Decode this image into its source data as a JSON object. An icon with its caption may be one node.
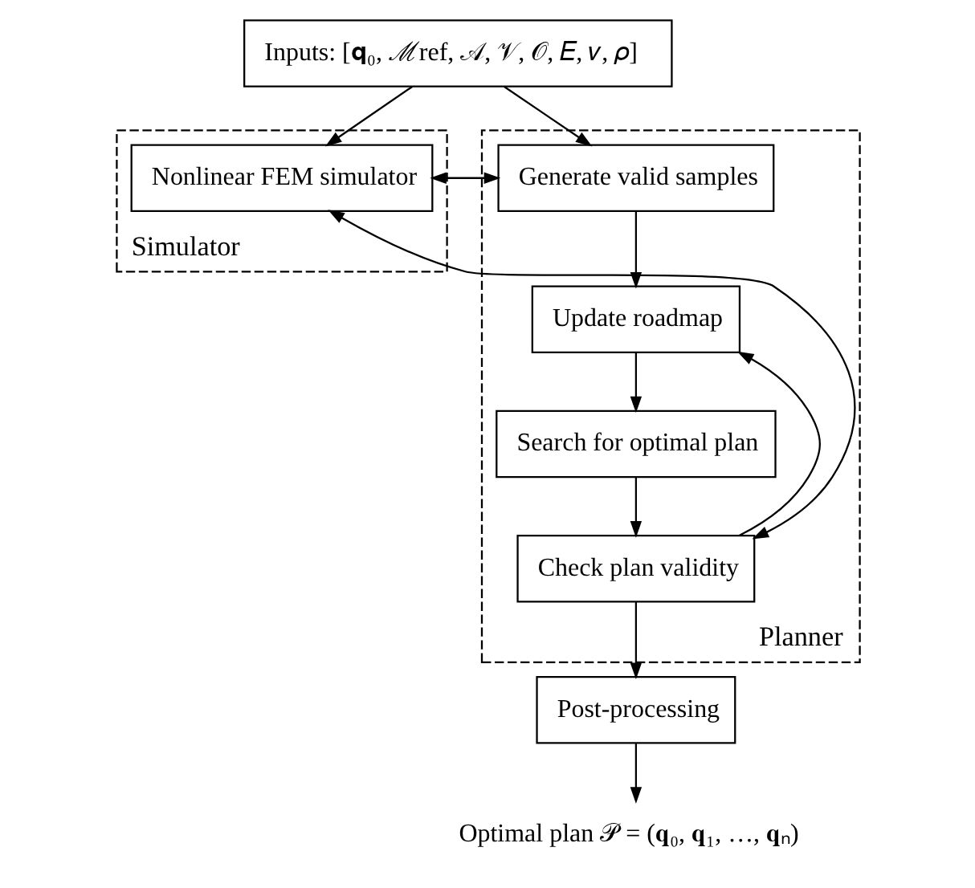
{
  "diagram": {
    "nodes": [
      {
        "text": [
          "Inputs: [𝐪₀, ℳref, 𝒜, 𝒱, 𝒪, 𝐸, 𝜈, 𝜌]"
        ]
      },
      {
        "text": [
          "Simulator"
        ]
      },
      {
        "text": [
          "Nonlinear FEM simulator"
        ],
        "in": 1
      },
      {
        "text": [
          "Planner"
        ]
      },
      {
        "text": [
          "Generate valid samples"
        ],
        "in": 3
      },
      {
        "text": [
          "Update roadmap"
        ],
        "in": 3
      },
      {
        "text": [
          "Search for optimal plan"
        ],
        "in": 3
      },
      {
        "text": [
          "Check plan validity"
        ],
        "in": 3
      },
      {
        "text": [
          "Post-processing"
        ]
      },
      {
        "text": [
          "Optimal plan 𝒫 = (𝐪₀, 𝐪₁, …, 𝐪ₙ)"
        ]
      }
    ],
    "edges": [
      {
        "from": 0,
        "to": 2,
        "arrow": "to"
      },
      {
        "from": 0,
        "to": 4,
        "arrow": "to"
      },
      {
        "from": 2,
        "to": 4,
        "arrow": "both"
      },
      {
        "from": 4,
        "to": 5,
        "arrow": "to"
      },
      {
        "from": 5,
        "to": 6,
        "arrow": "to"
      },
      {
        "from": 6,
        "to": 7,
        "arrow": "to"
      },
      {
        "from": 7,
        "to": 5,
        "arrow": "to"
      },
      {
        "from": 7,
        "to": 2,
        "arrow": "both"
      },
      {
        "from": 7,
        "to": 8,
        "arrow": "to"
      },
      {
        "from": 8,
        "to": 9,
        "arrow": "to"
      }
    ]
  }
}
